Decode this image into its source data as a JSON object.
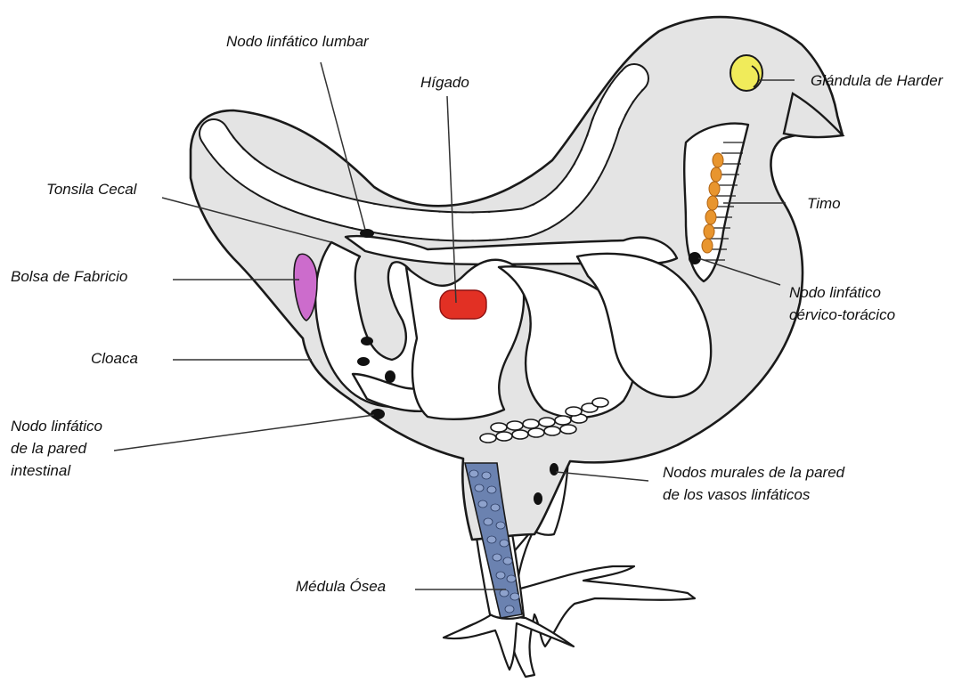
{
  "labels": {
    "nodo_lumbar": "Nodo linfático lumbar",
    "higado": "Hígado",
    "glandula_harder": "Glándula de Harder",
    "tonsila_cecal": "Tonsila Cecal",
    "timo": "Timo",
    "bolsa_fabricio": "Bolsa de Fabricio",
    "nodo_cervico": [
      "Nodo linfático",
      "cérvico-torácico"
    ],
    "cloaca": "Cloaca",
    "nodo_pared_intestinal": [
      "Nodo linfático",
      "de la pared",
      "intestinal"
    ],
    "nodos_murales": [
      "Nodos murales de la pared",
      "de los vasos linfáticos"
    ],
    "medula_osea": "Médula Ósea"
  },
  "colors": {
    "body_fill": "#e4e4e4",
    "outline": "#1a1a1a",
    "harder_gland": "#f0eb5a",
    "thymus": "#e8952e",
    "bursa": "#cc6ccc",
    "liver": "#e23024",
    "bone_marrow": "#6b82b0",
    "lymph_node": "#111111",
    "leader_line": "#333333"
  }
}
